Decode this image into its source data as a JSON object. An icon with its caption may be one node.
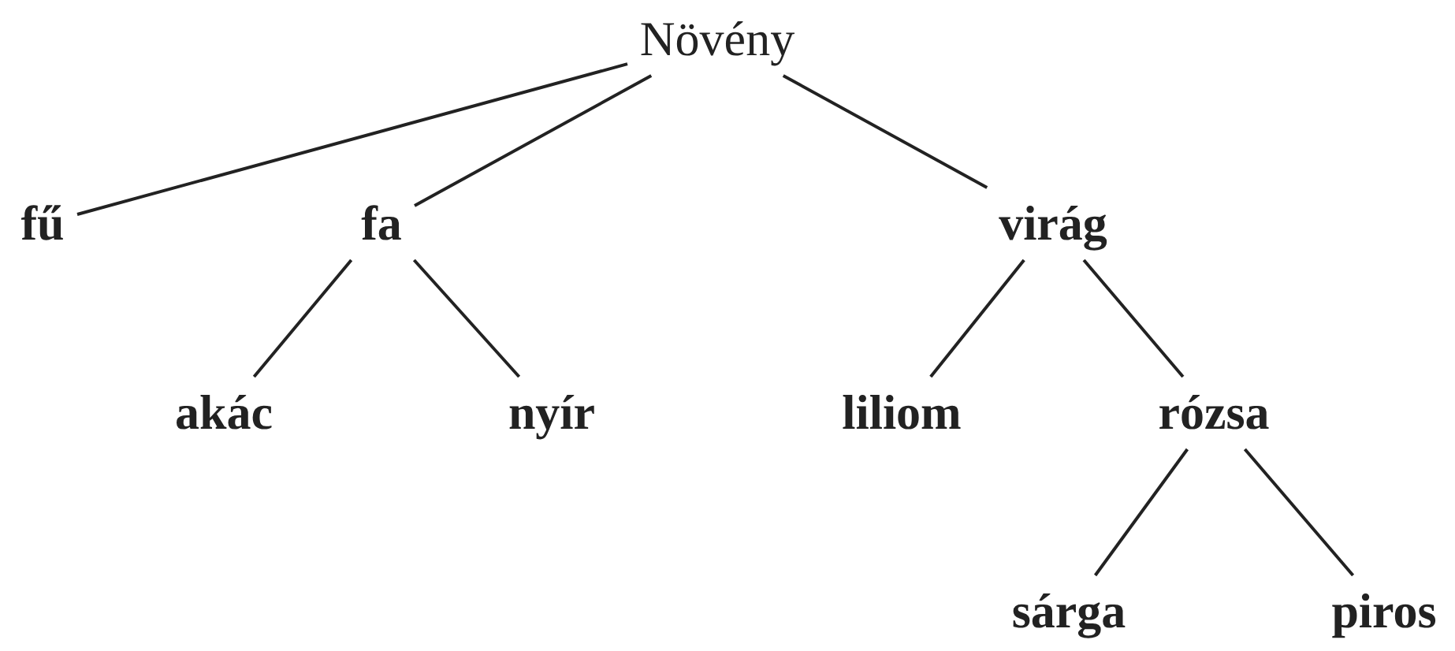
{
  "diagram": {
    "nodes": [
      {
        "text": [
          "Növény"
        ]
      },
      {
        "text": [
          "fű"
        ]
      },
      {
        "text": [
          "fa"
        ]
      },
      {
        "text": [
          "virág"
        ]
      },
      {
        "text": [
          "akác"
        ]
      },
      {
        "text": [
          "nyír"
        ]
      },
      {
        "text": [
          "liliom"
        ]
      },
      {
        "text": [
          "rózsa"
        ]
      },
      {
        "text": [
          "sárga"
        ]
      },
      {
        "text": [
          "piros"
        ]
      }
    ],
    "edges": [
      {
        "from": 0,
        "to": 1,
        "arrow": "none"
      },
      {
        "from": 0,
        "to": 2,
        "arrow": "none"
      },
      {
        "from": 0,
        "to": 3,
        "arrow": "none"
      },
      {
        "from": 2,
        "to": 4,
        "arrow": "none"
      },
      {
        "from": 2,
        "to": 5,
        "arrow": "none"
      },
      {
        "from": 3,
        "to": 6,
        "arrow": "none"
      },
      {
        "from": 3,
        "to": 7,
        "arrow": "none"
      },
      {
        "from": 7,
        "to": 8,
        "arrow": "none"
      },
      {
        "from": 7,
        "to": 9,
        "arrow": "none"
      }
    ]
  }
}
